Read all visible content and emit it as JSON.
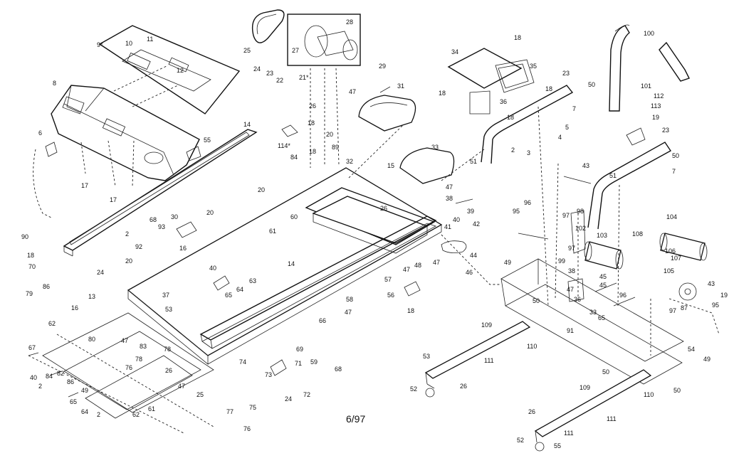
{
  "diagram": {
    "date_code": "6/97",
    "part_labels": [
      "9*",
      "10",
      "11",
      "12",
      "8",
      "6",
      "17",
      "17",
      "55",
      "14",
      "25",
      "24",
      "23",
      "22",
      "21*",
      "27",
      "28",
      "26",
      "29",
      "31",
      "47",
      "18",
      "20",
      "89",
      "114*",
      "84",
      "18",
      "34",
      "18",
      "35",
      "18",
      "18",
      "36",
      "18",
      "23",
      "50",
      "7",
      "100",
      "101",
      "112",
      "113",
      "19",
      "23",
      "50",
      "7",
      "5",
      "4",
      "2",
      "3",
      "51",
      "43",
      "51",
      "33",
      "15",
      "47",
      "32",
      "26",
      "38",
      "39",
      "40",
      "42",
      "41",
      "44",
      "47",
      "46",
      "45",
      "60",
      "20",
      "61",
      "30",
      "68",
      "93",
      "2",
      "16",
      "92",
      "20",
      "90",
      "18",
      "70",
      "79",
      "86",
      "24",
      "20",
      "40",
      "63",
      "64",
      "65",
      "13",
      "37",
      "53",
      "16",
      "62",
      "80",
      "47",
      "83",
      "78",
      "26",
      "78",
      "76",
      "67",
      "40",
      "84",
      "2",
      "82",
      "86",
      "49",
      "65",
      "64",
      "62",
      "61",
      "2",
      "75",
      "25",
      "74",
      "73",
      "71",
      "59",
      "47",
      "68",
      "77",
      "72",
      "76",
      "24",
      "69",
      "66",
      "47",
      "56",
      "57",
      "58",
      "48",
      "47",
      "18",
      "14",
      "95",
      "96",
      "97",
      "98",
      "99",
      "97",
      "49",
      "102",
      "103",
      "104",
      "105",
      "106",
      "107",
      "108",
      "109",
      "110",
      "111",
      "52",
      "26",
      "53",
      "91",
      "50",
      "109",
      "110",
      "111",
      "52",
      "55",
      "26",
      "111",
      "50",
      "54",
      "49",
      "19",
      "95",
      "43",
      "87",
      "97",
      "33",
      "65",
      "96",
      "45",
      "36",
      "38",
      "50",
      "47"
    ]
  }
}
